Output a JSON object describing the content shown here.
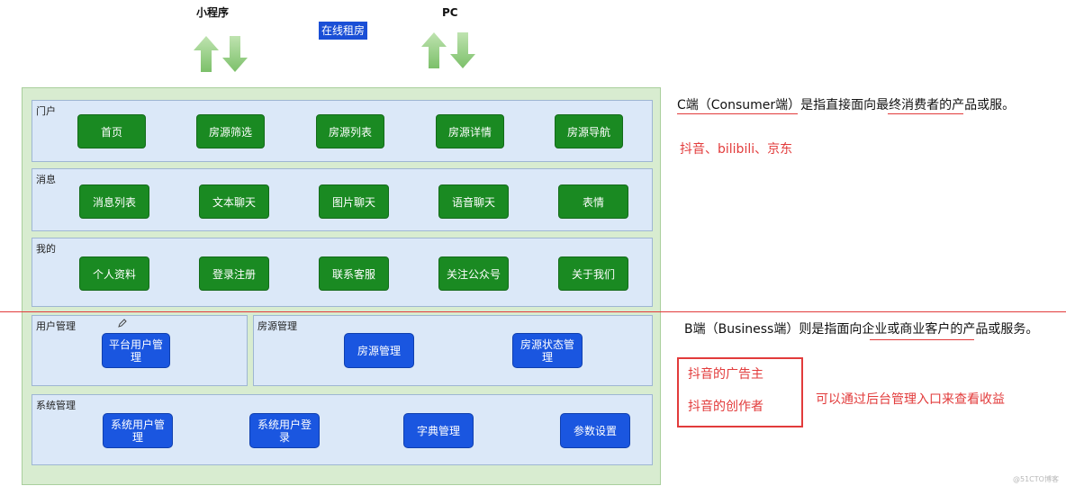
{
  "top": {
    "miniapp_label": "小程序",
    "pc_label": "PC",
    "rental_tag": "在线租房"
  },
  "c_side": {
    "sections": [
      {
        "label": "门户",
        "buttons": [
          "首页",
          "房源筛选",
          "房源列表",
          "房源详情",
          "房源导航"
        ]
      },
      {
        "label": "消息",
        "buttons": [
          "消息列表",
          "文本聊天",
          "图片聊天",
          "语音聊天",
          "表情"
        ]
      },
      {
        "label": "我的",
        "buttons": [
          "个人资料",
          "登录注册",
          "联系客服",
          "关注公众号",
          "关于我们"
        ]
      }
    ]
  },
  "b_side": {
    "user_mgmt": {
      "label": "用户管理",
      "buttons": [
        "平台用户管理"
      ]
    },
    "house_mgmt": {
      "label": "房源管理",
      "buttons": [
        "房源管理",
        "房源状态管理"
      ]
    },
    "system_mgmt": {
      "label": "系统管理",
      "buttons": [
        "系统用户管理",
        "系统用户登录",
        "字典管理",
        "参数设置"
      ]
    }
  },
  "notes": {
    "c_def_part1": "C端（Consumer端）",
    "c_def_part2": "是指直接面向",
    "c_def_part3": "最终消费者",
    "c_def_part4": "的产品或服。",
    "c_examples": "抖音、bilibili、京东",
    "b_def_part1": "B端（Business端）则是指面向",
    "b_def_part2": "企业或商业客户",
    "b_def_part3": "的产品或服务。",
    "b_box_line1": "抖音的广告主",
    "b_box_line2": "抖音的创作者",
    "b_side_note": "可以通过后台管理入口来查看收益"
  },
  "watermark": "@51CTO博客",
  "colors": {
    "green_button": "#1a8a22",
    "blue_button": "#1a56e0",
    "panel_bg": "#dbe8f8",
    "outer_bg": "#d8ecd0",
    "accent_red": "#e23b3b"
  }
}
